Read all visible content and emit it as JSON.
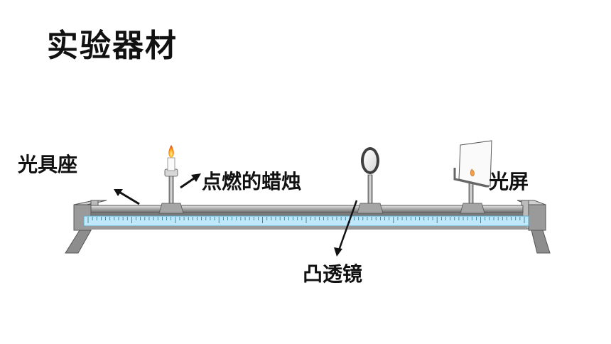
{
  "title": "实验器材",
  "labels": {
    "optical_bench": "光具座",
    "candle": "点燃的蜡烛",
    "convex_lens": "凸透镜",
    "screen": "光屏"
  }
}
